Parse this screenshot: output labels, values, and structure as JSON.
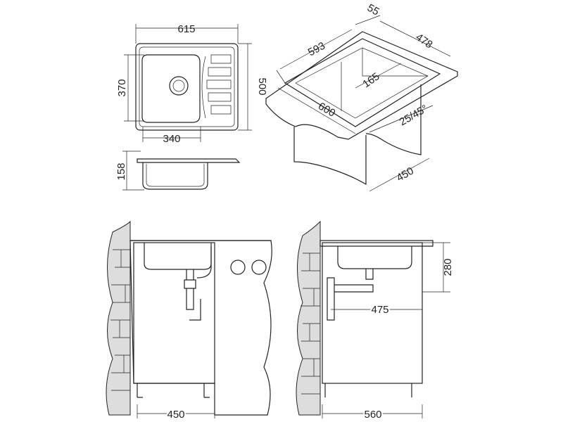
{
  "drawing": {
    "plan_view": {
      "width": "615",
      "bowl_depth": "370",
      "depth": "500",
      "bowl_width": "340"
    },
    "side_view": {
      "height": "158"
    },
    "isometric": {
      "cutout_length": "593",
      "edge": "55",
      "cutout_depth": "478",
      "rim": "165",
      "counter_width": "600",
      "angle": "25/45°",
      "cabinet_depth": "450"
    },
    "front_section": {
      "cabinet_width": "450"
    },
    "side_section": {
      "depth_below": "280",
      "siphon_offset": "475",
      "cabinet_depth": "560"
    }
  }
}
